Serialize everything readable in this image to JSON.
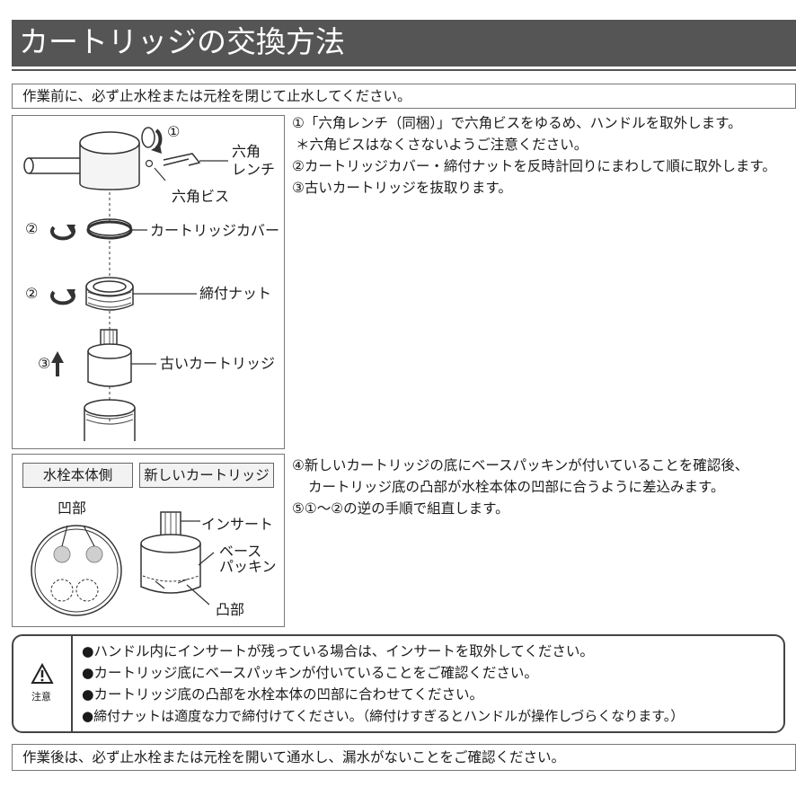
{
  "title": "カートリッジの交換方法",
  "pre_note": "作業前に、必ず止水栓または元栓を閉じて止水してください。",
  "steps_top": [
    "①「六角レンチ（同梱）」で六角ビスをゆるめ、ハンドルを取外します。",
    "＊六角ビスはなくさないようご注意ください。",
    "②カートリッジカバー・締付ナットを反時計回りにまわして順に取外します。",
    "③古いカートリッジを抜取ります。"
  ],
  "steps_bottom": [
    "④新しいカートリッジの底にベースパッキンが付いていることを確認後、",
    "カートリッジ底の凸部が水栓本体の凹部に合うように差込みます。",
    "⑤①～②の逆の手順で組直します。"
  ],
  "diagram_top": {
    "step1": "①",
    "step2a": "②",
    "step2b": "②",
    "step3": "③",
    "hex_wrench_1": "六角",
    "hex_wrench_2": "レンチ",
    "hex_screw": "六角ビス",
    "cartridge_cover": "カートリッジカバー",
    "tightening_nut": "締付ナット",
    "old_cartridge": "古いカートリッジ"
  },
  "diagram_bottom": {
    "tab_body": "水栓本体側",
    "tab_new": "新しいカートリッジ",
    "recess": "凹部",
    "insert": "インサート",
    "base_1": "ベース",
    "base_2": "パッキン",
    "protrusion": "凸部"
  },
  "caution": {
    "icon_label": "注意",
    "items": [
      "●ハンドル内にインサートが残っている場合は、インサートを取外してください。",
      "●カートリッジ底にベースパッキンが付いていることをご確認ください。",
      "●カートリッジ底の凸部を水栓本体の凹部に合わせてください。",
      "●締付ナットは適度な力で締付けてください。（締付けすぎるとハンドルが操作しづらくなります。）"
    ]
  },
  "post_note": "作業後は、必ず止水栓または元栓を開いて通水し、漏水がないことをご確認ください。"
}
